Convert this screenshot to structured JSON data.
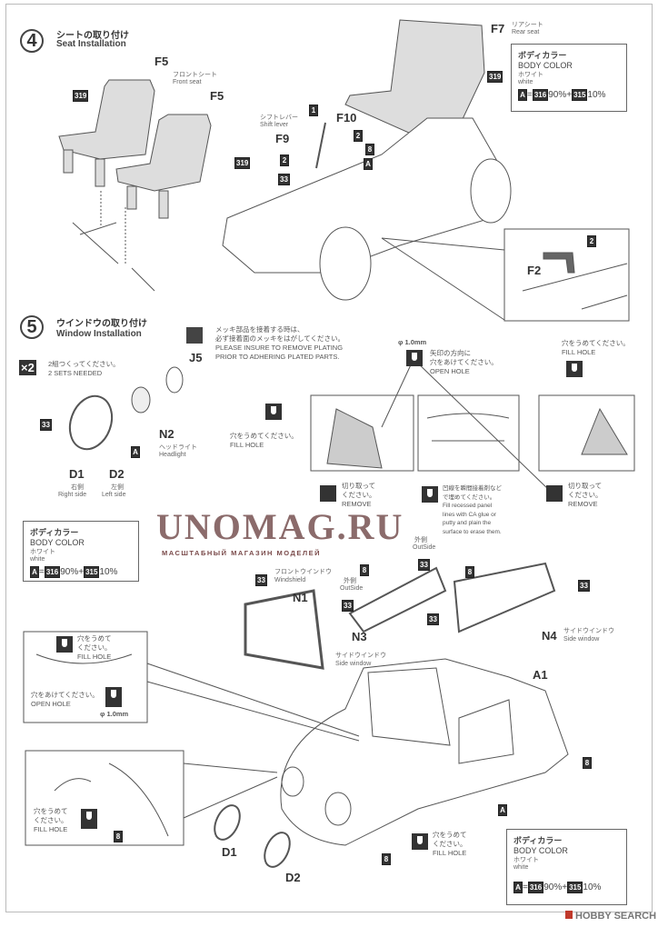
{
  "step4": {
    "number": "4",
    "title_jp": "シートの取り付け",
    "title_en": "Seat Installation",
    "front_seat": {
      "part": "F5",
      "jp": "フロントシート",
      "en": "Front seat"
    },
    "front_seat2": {
      "part": "F5"
    },
    "rear_seat": {
      "part": "F7",
      "jp": "リアシート",
      "en": "Rear seat"
    },
    "shift_lever": {
      "part": "F9",
      "jp": "シフトレバー",
      "en": "Shift lever"
    },
    "part_f10": "F10",
    "part_f2": "F2",
    "color_tags": [
      "319",
      "319",
      "319",
      "1",
      "2",
      "8",
      "A",
      "2",
      "33",
      "2"
    ],
    "body_color": {
      "jp": "ボディカラー",
      "en": "BODY COLOR",
      "name_jp": "ホワイト",
      "name_en": "white",
      "code": "A",
      "eq": "=",
      "c1": "316",
      "p1": "90%",
      "plus": "+",
      "c2": "315",
      "p2": "10%"
    }
  },
  "step5": {
    "number": "5",
    "title_jp": "ウインドウの取り付け",
    "title_en": "Window Installation",
    "plating_note": [
      "メッキ部品を接着する時は、",
      "必ず接着面のメッキをはがしてください。",
      "PLEASE INSURE TO REMOVE PLATING",
      "PRIOR TO ADHERING PLATED PARTS."
    ],
    "sets": {
      "badge": "×2",
      "jp": "2組つくってください。",
      "en": "2 SETS NEEDED"
    },
    "part_j5": "J5",
    "headlight": {
      "part": "N2",
      "jp": "ヘッドライト",
      "en": "Headlight"
    },
    "d1": {
      "part": "D1",
      "jp": "右側",
      "en": "Right side"
    },
    "d2": {
      "part": "D2",
      "jp": "左側",
      "en": "Left side"
    },
    "tag33": "33",
    "tagA": "A",
    "tag8": "8",
    "open_hole": {
      "size": "φ 1.0mm",
      "jp1": "矢印の方向に",
      "jp2": "穴をあけてください。",
      "en": "OPEN HOLE"
    },
    "fill_hole": {
      "jp": "穴をうめてください。",
      "en": "FILL HOLE"
    },
    "remove": {
      "jp1": "切り取って",
      "jp2": "ください。",
      "en": "REMOVE"
    },
    "fill_recessed": [
      "凹線を瞬間接着剤など",
      "で埋めてください。",
      "Fill recessed panel",
      "lines with CA glue or",
      "putty and plain the",
      "surface to erase them."
    ],
    "body_color": {
      "jp": "ボディカラー",
      "en": "BODY COLOR",
      "name_jp": "ホワイト",
      "name_en": "white",
      "code": "A",
      "eq": "=",
      "c1": "316",
      "p1": "90%",
      "plus": "+",
      "c2": "315",
      "p2": "10%"
    },
    "windshield": {
      "part": "N1",
      "jp": "フロントウインドウ",
      "en": "Windshield"
    },
    "side_window_n3": {
      "part": "N3",
      "jp": "サイドウインドウ",
      "en": "Side window"
    },
    "side_window_n4": {
      "part": "N4",
      "jp": "サイドウインドウ",
      "en": "Side window"
    },
    "outside": {
      "jp": "外側",
      "en": "OutSide"
    },
    "body": {
      "part": "A1"
    },
    "inset1": {
      "fill_jp1": "穴をうめて",
      "fill_jp2": "ください。",
      "fill_en": "FILL HOLE",
      "open_jp": "穴をあけてください。",
      "open_en": "OPEN HOLE",
      "size": "φ 1.0mm"
    },
    "inset2": {
      "fill_jp1": "穴をうめて",
      "fill_jp2": "ください。",
      "fill_en": "FILL HOLE"
    },
    "d1_label": "D1",
    "d2_label": "D2"
  },
  "watermark": {
    "text": "UNOMAG.RU",
    "sub": "МАСШТАБНЫЙ МАГАЗИН МОДЕЛЕЙ"
  },
  "credit": {
    "text": "HOBBY SEARCH",
    "accent": "#c0392b"
  }
}
